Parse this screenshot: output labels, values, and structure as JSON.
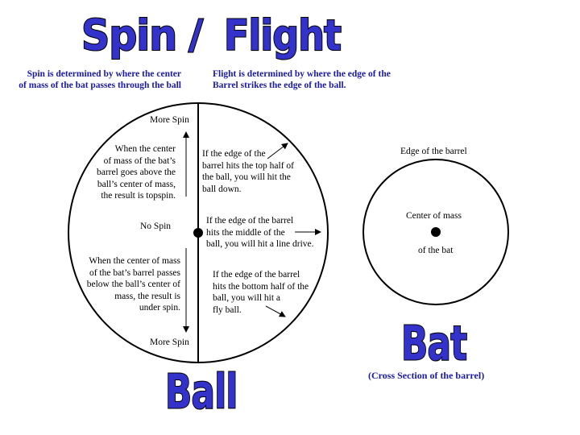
{
  "titles": {
    "spin": "Spin",
    "slash": "/",
    "flight": "Flight",
    "ball": "Ball",
    "bat": "Bat"
  },
  "headers": {
    "spin_desc": [
      "Spin is determined by where the center",
      "of mass of the bat passes through the ball"
    ],
    "flight_desc": [
      "Flight is determined by where the edge of the",
      "Barrel strikes the edge of the ball."
    ]
  },
  "ball": {
    "more_spin_top": "More Spin",
    "no_spin": "No Spin",
    "more_spin_bottom": "More Spin",
    "topspin_text": [
      "When the center",
      "of mass of the bat’s",
      "barrel goes above the",
      "ball’s center of mass,",
      "the result is topspin."
    ],
    "underspin_text": [
      "When the center of mass",
      "of the bat’s barrel passes",
      "below the ball’s center of",
      "mass, the result is",
      "under spin."
    ],
    "top_half_text": [
      "If the edge of the",
      "barrel  hits the top half of",
      "the ball,  you will hit the",
      "ball down."
    ],
    "middle_text": [
      "If the edge of the barrel",
      "hits the middle of  the",
      "ball, you will hit a line drive."
    ],
    "bottom_half_text": [
      "If the edge of the barrel",
      "hits the bottom half of the",
      "ball,  you will hit a",
      "fly ball."
    ]
  },
  "bat": {
    "edge_label": "Edge of the barrel",
    "center_label": "Center of mass",
    "of_bat_label": "of the bat",
    "caption": "(Cross Section of the barrel)"
  },
  "colors": {
    "title_blue": "#3333cc",
    "header_blue": "#1a1aa6",
    "caption_blue": "#1a1aa6",
    "stroke": "#000000"
  }
}
